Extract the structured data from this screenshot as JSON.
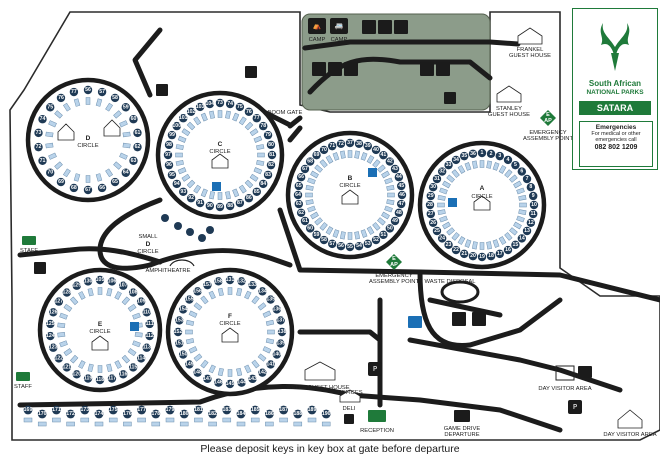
{
  "brand": {
    "line1": "South African",
    "line2": "NATIONAL PARKS",
    "camp_name": "SATARA",
    "logo_color": "#1f7a3a"
  },
  "emergency": {
    "title": "Emergencies",
    "line1": "For medical or other",
    "line2": "emergencies call",
    "phone": "082 802 1209"
  },
  "circles": {
    "a": {
      "letter": "A",
      "word": "CIRCLE"
    },
    "b": {
      "letter": "B",
      "word": "CIRCLE"
    },
    "c": {
      "letter": "C",
      "word": "CIRCLE"
    },
    "d": {
      "letter": "D",
      "word": "CIRCLE"
    },
    "e": {
      "letter": "E",
      "word": "CIRCLE"
    },
    "f": {
      "letter": "F",
      "word": "CIRCLE"
    },
    "small_d": {
      "line1": "SMALL",
      "line2": "D",
      "line3": "CIRCLE"
    }
  },
  "labels": {
    "frankel": {
      "line1": "FRANKEL",
      "line2": "GUEST HOUSE"
    },
    "stanley": {
      "line1": "STANLEY",
      "line2": "GUEST HOUSE"
    },
    "wells": "WELLS GUEST HOUSE",
    "boom_gate": "BOOM GATE",
    "amphitheatre": "AMPHITHEATRE",
    "waste": "WASTE DISPOSAL",
    "assembly_1": {
      "line1": "EMERGENCY",
      "line2": "ASSEMBLY POINT"
    },
    "assembly_2": {
      "line1": "EMERGENCY",
      "line2": "ASSEMBLY POINT"
    },
    "staff_1": "STAFF",
    "staff_2": "STAFF",
    "offices": "OFFICES",
    "deli": "DELI",
    "reception": "RECEPTION",
    "game_drive": {
      "line1": "GAME DRIVE",
      "line2": "DEPARTURE"
    },
    "day_visitor_1": "DAY VISITOR AREA",
    "day_visitor_2": "DAY VISITOR AREA",
    "camp_1": "CAMP",
    "camp_2": "CAMP",
    "ea_1": {
      "line1": "E",
      "line2": "AP"
    },
    "ea_2": {
      "line1": "E",
      "line2": "AP"
    },
    "parking_1": "P",
    "parking_2": "P"
  },
  "footer": "Please deposit keys in key box at gate before departure",
  "site_numbers": {
    "a": [
      "1",
      "2",
      "3",
      "4",
      "5",
      "6",
      "7",
      "8",
      "9",
      "10",
      "11",
      "12",
      "13",
      "14",
      "15",
      "16",
      "17",
      "18",
      "19",
      "20",
      "21",
      "22",
      "23",
      "24",
      "25",
      "26",
      "27",
      "28",
      "29",
      "30",
      "31",
      "32",
      "33",
      "34",
      "35",
      "36"
    ],
    "b": [
      "37",
      "38",
      "39",
      "40",
      "41",
      "42",
      "43",
      "44",
      "45",
      "46",
      "47",
      "48",
      "49",
      "50",
      "51",
      "52",
      "53",
      "54",
      "55",
      "56",
      "57",
      "58",
      "59",
      "60",
      "61",
      "62",
      "63",
      "64",
      "65",
      "66",
      "67",
      "68",
      "69",
      "70",
      "71",
      "72"
    ],
    "c": [
      "73",
      "74",
      "75",
      "76",
      "77",
      "78",
      "79",
      "80",
      "81",
      "82",
      "83",
      "84",
      "85",
      "86",
      "87",
      "88",
      "89",
      "90",
      "91",
      "92",
      "93",
      "94",
      "95",
      "96",
      "97",
      "98",
      "99",
      "100",
      "101",
      "102",
      "103",
      "104"
    ],
    "d": [
      "56",
      "57",
      "58",
      "59",
      "60",
      "61",
      "62",
      "63",
      "64",
      "65",
      "66",
      "67",
      "68",
      "69",
      "70",
      "71",
      "72",
      "73",
      "74",
      "75",
      "76",
      "77"
    ],
    "e": [
      "105",
      "106",
      "107",
      "108",
      "109",
      "110",
      "111",
      "112",
      "113",
      "114",
      "115",
      "116",
      "117",
      "118",
      "119",
      "120",
      "121",
      "122",
      "123",
      "124",
      "125",
      "126",
      "127",
      "128",
      "129",
      "130"
    ],
    "f": [
      "131",
      "132",
      "133",
      "134",
      "135",
      "136",
      "137",
      "138",
      "139",
      "140",
      "141",
      "142",
      "143",
      "144",
      "145",
      "146",
      "147",
      "148",
      "149",
      "150",
      "151",
      "152",
      "153",
      "154",
      "155",
      "156",
      "157",
      "158"
    ],
    "row": [
      "169",
      "170",
      "171",
      "172",
      "173",
      "174",
      "175",
      "176",
      "177",
      "178",
      "179",
      "180",
      "181",
      "182",
      "183",
      "184",
      "185",
      "186",
      "187",
      "188",
      "189",
      "190"
    ]
  }
}
